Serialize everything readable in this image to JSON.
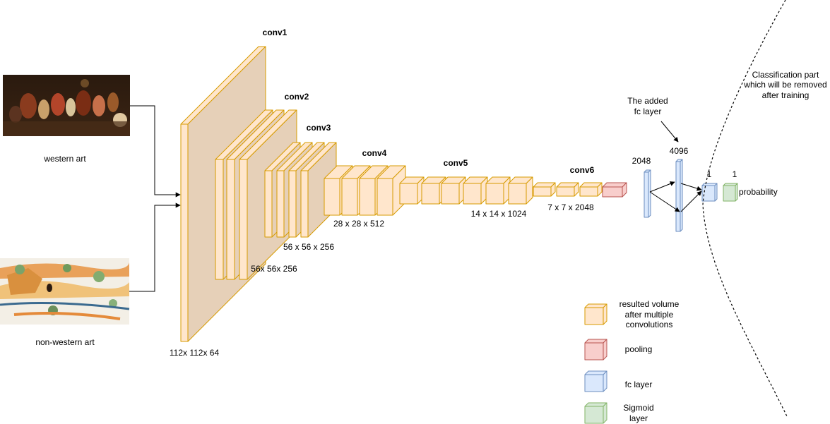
{
  "inputs": [
    {
      "label": "western art"
    },
    {
      "label": "non-western art"
    }
  ],
  "layers": [
    {
      "name": "conv1",
      "dims": "112x 112x 64"
    },
    {
      "name": "conv2",
      "dims": "56x 56x 256"
    },
    {
      "name": "conv3",
      "dims": "56 x 56 x 256"
    },
    {
      "name": "conv4",
      "dims": "28 x 28 x 512"
    },
    {
      "name": "conv5",
      "dims": "14 x 14 x 1024"
    },
    {
      "name": "conv6",
      "dims": "7 x 7 x 2048"
    }
  ],
  "fc": {
    "size_a": "2048",
    "size_b": "4096",
    "out_a": "1",
    "out_b": "1",
    "output_label": "probability"
  },
  "annotations": {
    "added_fc": [
      "The added",
      "fc layer"
    ],
    "classification": [
      "Classification part",
      "which will be removed",
      "after training"
    ]
  },
  "legend": [
    {
      "key": "conv",
      "text": [
        "resulted volume",
        "after multiple",
        "convolutions"
      ]
    },
    {
      "key": "pool",
      "text": [
        "pooling"
      ]
    },
    {
      "key": "fc",
      "text": [
        "fc layer"
      ]
    },
    {
      "key": "sigmoid",
      "text": [
        "Sigmoid",
        "layer"
      ]
    }
  ],
  "colors": {
    "conv_fill": "#FFE6CC",
    "conv_stroke": "#D79B00",
    "conv_side": "#E6D0B8",
    "pool_fill": "#F8CECC",
    "pool_stroke": "#B85450",
    "fc_fill": "#DAE8FC",
    "fc_stroke": "#6C8EBF",
    "sig_fill": "#D5E8D4",
    "sig_stroke": "#82B366"
  }
}
